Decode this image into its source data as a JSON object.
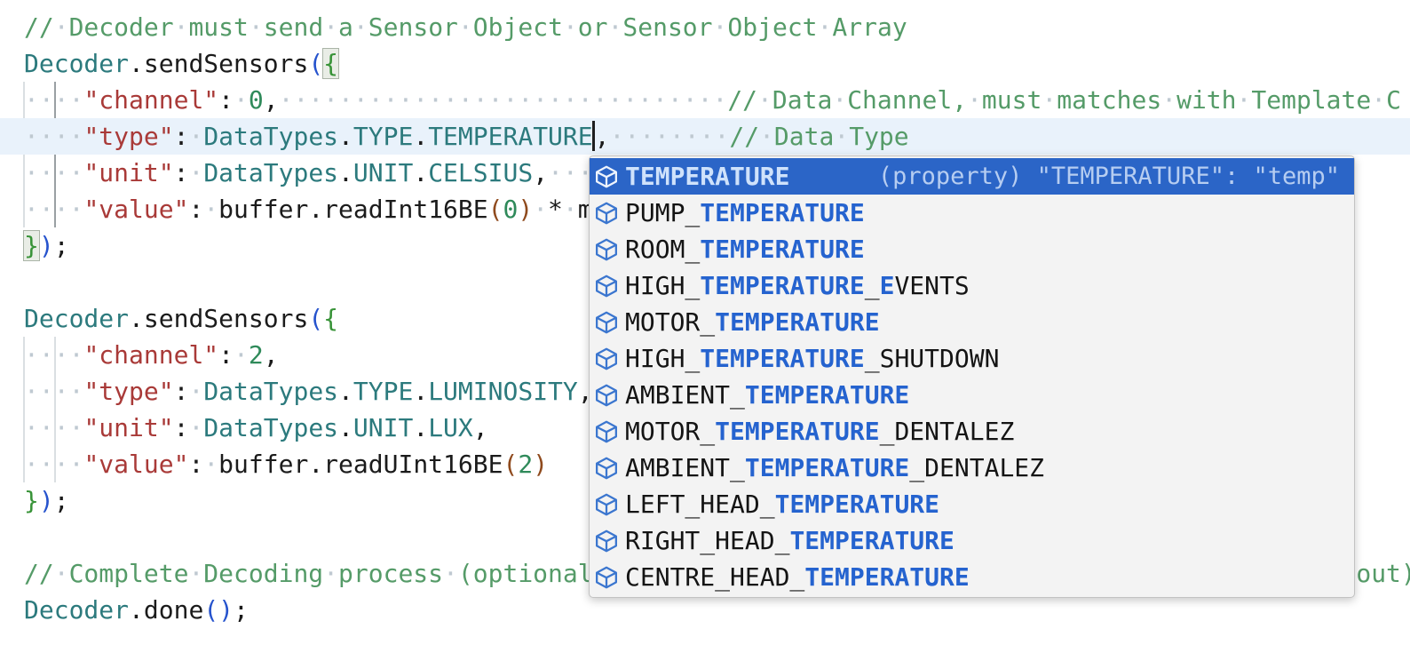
{
  "colors": {
    "editor_background": "#ffffff",
    "comment": "#559b68",
    "string_key": "#a93a38",
    "type_identifier": "#2c7a7d",
    "number": "#2f8a5a",
    "paren_blue": "#2653cd",
    "brace_green": "#389338",
    "paren_brown": "#8f4a1d",
    "current_line_highlight": "#e9f2fb",
    "suggest_background": "#f3f3f3",
    "suggest_selected": "#2b65c7",
    "suggest_match_blue": "#2563cf"
  },
  "editor": {
    "lines": [
      {
        "segments": [
          {
            "t": "// Decoder must send a Sensor Object or Sensor Object Array",
            "c": "comment"
          }
        ]
      },
      {
        "segments": [
          {
            "t": "Decoder",
            "c": "type"
          },
          {
            "t": ".sendSensors",
            "c": "plain"
          },
          {
            "t": "(",
            "c": "paren1"
          },
          {
            "t": "{",
            "c": "brace",
            "m": true
          }
        ]
      },
      {
        "segments": [
          {
            "c": "sp",
            "n": 4
          },
          {
            "t": "\"channel\"",
            "c": "string"
          },
          {
            "t": ":",
            "c": "plain"
          },
          {
            "c": "sp",
            "n": 1
          },
          {
            "t": "0",
            "c": "num"
          },
          {
            "t": ",",
            "c": "plain"
          },
          {
            "c": "sp",
            "n": 30
          },
          {
            "t": "// Data Channel, must matches with Template C",
            "c": "comment"
          }
        ]
      },
      {
        "cur": true,
        "segments": [
          {
            "c": "sp",
            "n": 4
          },
          {
            "t": "\"type\"",
            "c": "string"
          },
          {
            "t": ":",
            "c": "plain"
          },
          {
            "c": "sp",
            "n": 1
          },
          {
            "t": "DataTypes",
            "c": "type"
          },
          {
            "t": ".",
            "c": "plain"
          },
          {
            "t": "TYPE",
            "c": "type"
          },
          {
            "t": ".",
            "c": "plain"
          },
          {
            "t": "TEMPERATURE",
            "c": "type"
          },
          {
            "c": "cursor"
          },
          {
            "t": ",",
            "c": "plain"
          },
          {
            "c": "sp",
            "n": 8
          },
          {
            "t": "// Data Type",
            "c": "comment"
          }
        ]
      },
      {
        "segments": [
          {
            "c": "sp",
            "n": 4
          },
          {
            "t": "\"unit\"",
            "c": "string"
          },
          {
            "t": ":",
            "c": "plain"
          },
          {
            "c": "sp",
            "n": 1
          },
          {
            "t": "DataTypes",
            "c": "type"
          },
          {
            "t": ".",
            "c": "plain"
          },
          {
            "t": "UNIT",
            "c": "type"
          },
          {
            "t": ".",
            "c": "plain"
          },
          {
            "t": "CELSIUS",
            "c": "type"
          },
          {
            "t": ",",
            "c": "plain"
          },
          {
            "c": "sp",
            "n": 5
          }
        ]
      },
      {
        "segments": [
          {
            "c": "sp",
            "n": 4
          },
          {
            "t": "\"value\"",
            "c": "string"
          },
          {
            "t": ":",
            "c": "plain"
          },
          {
            "c": "sp",
            "n": 1
          },
          {
            "t": "buffer.readInt16BE",
            "c": "plain"
          },
          {
            "t": "(",
            "c": "paren3"
          },
          {
            "t": "0",
            "c": "num"
          },
          {
            "t": ")",
            "c": "paren3"
          },
          {
            "c": "sp",
            "n": 1
          },
          {
            "t": "*",
            "c": "plain"
          },
          {
            "c": "sp",
            "n": 1
          },
          {
            "t": "m",
            "c": "plain"
          }
        ]
      },
      {
        "segments": [
          {
            "t": "}",
            "c": "brace",
            "m": true
          },
          {
            "t": ")",
            "c": "paren1"
          },
          {
            "t": ";",
            "c": "plain"
          }
        ]
      },
      {
        "segments": []
      },
      {
        "segments": [
          {
            "t": "Decoder",
            "c": "type"
          },
          {
            "t": ".sendSensors",
            "c": "plain"
          },
          {
            "t": "(",
            "c": "paren1"
          },
          {
            "t": "{",
            "c": "brace"
          }
        ]
      },
      {
        "segments": [
          {
            "c": "sp",
            "n": 4
          },
          {
            "t": "\"channel\"",
            "c": "string"
          },
          {
            "t": ":",
            "c": "plain"
          },
          {
            "c": "sp",
            "n": 1
          },
          {
            "t": "2",
            "c": "num"
          },
          {
            "t": ",",
            "c": "plain"
          }
        ]
      },
      {
        "segments": [
          {
            "c": "sp",
            "n": 4
          },
          {
            "t": "\"type\"",
            "c": "string"
          },
          {
            "t": ":",
            "c": "plain"
          },
          {
            "c": "sp",
            "n": 1
          },
          {
            "t": "DataTypes",
            "c": "type"
          },
          {
            "t": ".",
            "c": "plain"
          },
          {
            "t": "TYPE",
            "c": "type"
          },
          {
            "t": ".",
            "c": "plain"
          },
          {
            "t": "LUMINOSITY",
            "c": "type"
          },
          {
            "t": ",",
            "c": "plain"
          }
        ]
      },
      {
        "segments": [
          {
            "c": "sp",
            "n": 4
          },
          {
            "t": "\"unit\"",
            "c": "string"
          },
          {
            "t": ":",
            "c": "plain"
          },
          {
            "c": "sp",
            "n": 1
          },
          {
            "t": "DataTypes",
            "c": "type"
          },
          {
            "t": ".",
            "c": "plain"
          },
          {
            "t": "UNIT",
            "c": "type"
          },
          {
            "t": ".",
            "c": "plain"
          },
          {
            "t": "LUX",
            "c": "type"
          },
          {
            "t": ",",
            "c": "plain"
          }
        ]
      },
      {
        "segments": [
          {
            "c": "sp",
            "n": 4
          },
          {
            "t": "\"value\"",
            "c": "string"
          },
          {
            "t": ":",
            "c": "plain"
          },
          {
            "c": "sp",
            "n": 1
          },
          {
            "t": "buffer.readUInt16BE",
            "c": "plain"
          },
          {
            "t": "(",
            "c": "paren3"
          },
          {
            "t": "2",
            "c": "num"
          },
          {
            "t": ")",
            "c": "paren3"
          }
        ]
      },
      {
        "segments": [
          {
            "t": "}",
            "c": "brace"
          },
          {
            "t": ")",
            "c": "paren1"
          },
          {
            "t": ";",
            "c": "plain"
          }
        ]
      },
      {
        "segments": []
      },
      {
        "segments": [
          {
            "t": "// Complete Decoding process (optional",
            "c": "comment"
          },
          {
            "c": "gap",
            "n": 51
          },
          {
            "t": "out)",
            "c": "comment"
          }
        ]
      },
      {
        "segments": [
          {
            "t": "Decoder",
            "c": "type"
          },
          {
            "t": ".done",
            "c": "plain"
          },
          {
            "t": "(",
            "c": "paren1"
          },
          {
            "t": ")",
            "c": "paren1"
          },
          {
            "t": ";",
            "c": "plain"
          }
        ]
      }
    ]
  },
  "suggest": {
    "items": [
      {
        "selected": true,
        "detail": "(property) \"TEMPERATURE\": \"temp\"",
        "parts": [
          {
            "t": "TEMPERATURE",
            "hl": true
          }
        ]
      },
      {
        "parts": [
          {
            "t": "PUMP_"
          },
          {
            "t": "TEMPERATURE",
            "hl": true
          }
        ]
      },
      {
        "parts": [
          {
            "t": "ROOM_"
          },
          {
            "t": "TEMPERATURE",
            "hl": true
          }
        ]
      },
      {
        "parts": [
          {
            "t": "HIGH_"
          },
          {
            "t": "TEMPERATURE",
            "hl": true
          },
          {
            "t": "_"
          },
          {
            "t": "E",
            "hl": true
          },
          {
            "t": "VENTS"
          }
        ]
      },
      {
        "parts": [
          {
            "t": "MOTOR_"
          },
          {
            "t": "TEMPERATURE",
            "hl": true
          }
        ]
      },
      {
        "parts": [
          {
            "t": "HIGH_"
          },
          {
            "t": "TEMPERATURE",
            "hl": true
          },
          {
            "t": "_SHUTDOWN"
          }
        ]
      },
      {
        "parts": [
          {
            "t": "AMBIENT_"
          },
          {
            "t": "TEMPERATURE",
            "hl": true
          }
        ]
      },
      {
        "parts": [
          {
            "t": "MOTOR_"
          },
          {
            "t": "TEMPERATURE",
            "hl": true
          },
          {
            "t": "_DENTALEZ"
          }
        ]
      },
      {
        "parts": [
          {
            "t": "AMBIENT_"
          },
          {
            "t": "TEMPERATURE",
            "hl": true
          },
          {
            "t": "_DENTALEZ"
          }
        ]
      },
      {
        "parts": [
          {
            "t": "LEFT_HEAD_"
          },
          {
            "t": "TEMPERATURE",
            "hl": true
          }
        ]
      },
      {
        "parts": [
          {
            "t": "RIGHT_HEAD_"
          },
          {
            "t": "TEMPERATURE",
            "hl": true
          }
        ]
      },
      {
        "parts": [
          {
            "t": "CENTRE_HEAD_"
          },
          {
            "t": "TEMPERATURE",
            "hl": true
          }
        ]
      }
    ],
    "icon": "symbol-property-cube"
  }
}
